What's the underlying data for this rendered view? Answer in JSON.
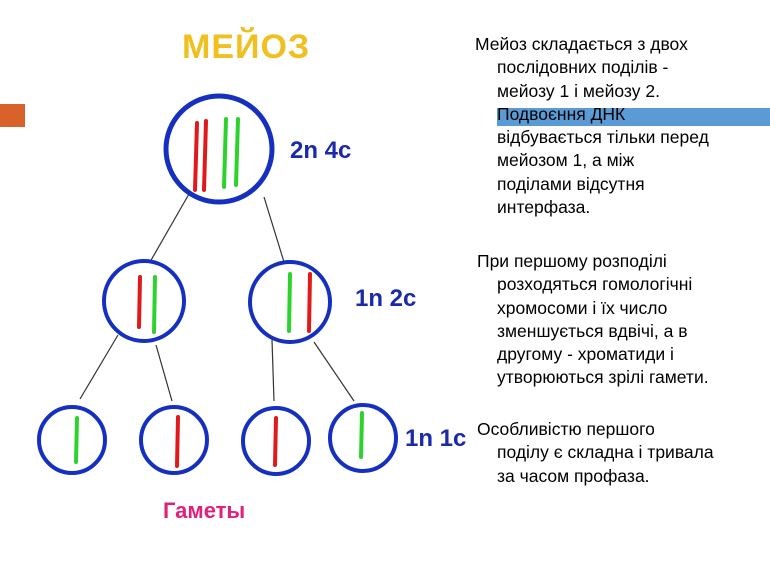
{
  "title": "МЕЙОЗ",
  "colors": {
    "title": "#f0c020",
    "accent_bar": "#d9622b",
    "blue_bar": "#5b9bd5",
    "circle_stroke": "#1530c0",
    "connector": "#333333",
    "chromosome_red": "#e01a1a",
    "chromosome_green": "#2dd32d",
    "label": "#1b2aa8",
    "gametes_label": "#e0207a"
  },
  "diagram": {
    "labels": {
      "level1": "2n 4c",
      "level2": "1n 2c",
      "level3": "1n 1c",
      "gametes": "Гаметы"
    },
    "cells": [
      {
        "id": "parent",
        "chromosomes": [
          "red",
          "red",
          "green",
          "green"
        ]
      },
      {
        "id": "daughter-left",
        "chromosomes": [
          "red",
          "green"
        ]
      },
      {
        "id": "daughter-right",
        "chromosomes": [
          "green",
          "red"
        ]
      },
      {
        "id": "gamete-1",
        "chromosomes": [
          "green"
        ]
      },
      {
        "id": "gamete-2",
        "chromosomes": [
          "red"
        ]
      },
      {
        "id": "gamete-3",
        "chromosomes": [
          "red"
        ]
      },
      {
        "id": "gamete-4",
        "chromosomes": [
          "green"
        ]
      }
    ]
  },
  "text": {
    "p1": [
      "Мейоз складається з двох",
      "послідовних поділів -",
      "мейозу 1 і мейозу 2.",
      "Подвоєння ДНК",
      "відбувається тільки перед",
      "мейозом 1, а між",
      "поділами відсутня",
      "интерфаза."
    ],
    "p2": [
      "При першому розподілі",
      "розходяться гомологічні",
      "хромосоми і їх число",
      "зменшується вдвічі, а в",
      "другому - хроматиди і",
      "утворюються зрілі гамети."
    ],
    "p3": [
      "Особливістю першого",
      "поділу є складна і тривала",
      "за часом профаза."
    ]
  }
}
